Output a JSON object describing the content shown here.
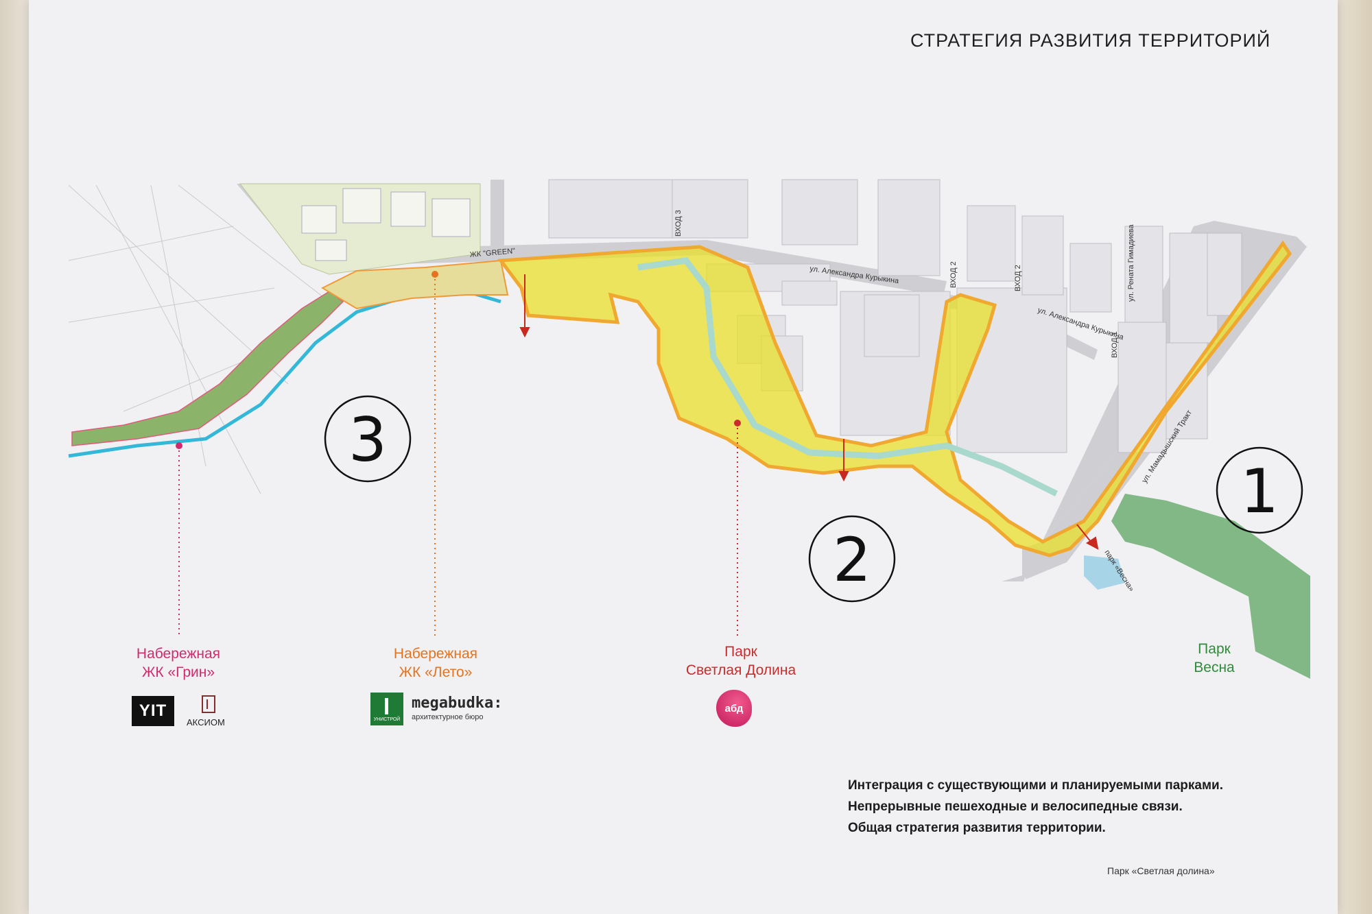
{
  "title": "СТРАТЕГИЯ РАЗВИТИЯ ТЕРРИТОРИЙ",
  "zones": [
    {
      "number": "3"
    },
    {
      "number": "2"
    },
    {
      "number": "1"
    }
  ],
  "labels": {
    "grin": {
      "line1": "Набережная",
      "line2": "ЖК «Грин»"
    },
    "leto": {
      "line1": "Набережная",
      "line2": "ЖК «Лето»"
    },
    "svetlaya": {
      "line1": "Парк",
      "line2": "Светлая Долина"
    },
    "vesna": {
      "line1": "Парк",
      "line2": "Весна"
    }
  },
  "map_text": {
    "entrance3": "ВХОД 3",
    "entrance2a": "ВХОД 2",
    "entrance2b": "ВХОД 2",
    "entrance1": "ВХОД 1",
    "green": "ЖК \"GREEN\"",
    "street1": "ул. Александра Курыкина",
    "street2": "ул. Александра Курыкина",
    "street3": "ул. Рената Гимадиева",
    "street4": "ул. Мамадышский Тракт",
    "vesna_marker": "парк «Весна»"
  },
  "logos": {
    "yit": "YIT",
    "axiom": "АКСИОМ",
    "unistroy": "УНИСТРОЙ",
    "megabudka": "megabudka:",
    "megabudka_sub": "архитектурное бюро",
    "abd": "абд"
  },
  "description": [
    "Интеграция с существующими и планируемыми парками.",
    "Непрерывные пешеходные и велосипедные связи.",
    "Общая стратегия развития территории."
  ],
  "footer": "Парк «Светлая долина»",
  "colors": {
    "grin": "#d12a6e",
    "leto": "#e5731e",
    "svetlaya": "#cc2b2b",
    "vesna": "#2f8b3a",
    "park_fill": "#e8df2a",
    "park_outline": "#f0a830",
    "road": "#cfcfd3",
    "water": "#34b8d8"
  }
}
